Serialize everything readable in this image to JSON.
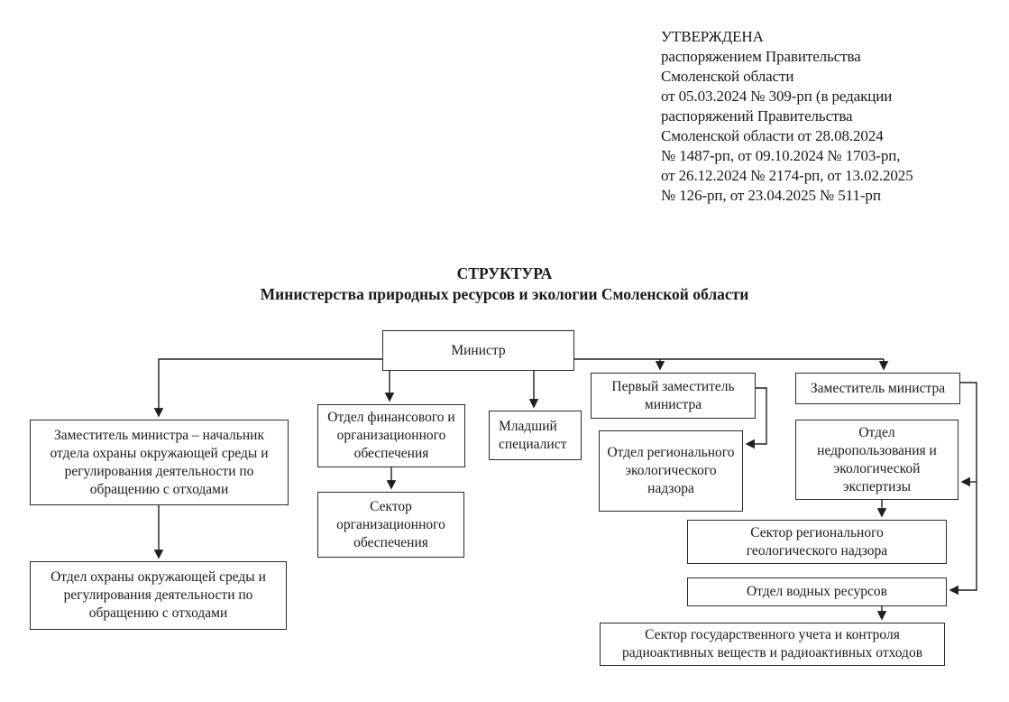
{
  "approval": {
    "lines": [
      "УТВЕРЖДЕНА",
      "распоряжением Правительства",
      "Смоленской области",
      "от 05.03.2024 № 309-рп (в редакции",
      "распоряжений Правительства",
      "Смоленской области от 28.08.2024",
      "№ 1487-рп, от 09.10.2024 № 1703-рп,",
      "от 26.12.2024 № 2174-рп, от 13.02.2025",
      "№ 126-рп, от 23.04.2025 № 511-рп"
    ]
  },
  "title": {
    "line1": "СТРУКТУРА",
    "line2": "Министерства природных ресурсов и экологии Смоленской области"
  },
  "org": {
    "boxes": [
      {
        "id": "minister",
        "label": "Министр"
      },
      {
        "id": "deputy-head-env",
        "label": "Заместитель министра – начальник отдела охраны окружающей среды и регулирования деятельности по обращению с отходами"
      },
      {
        "id": "env-dept",
        "label": "Отдел охраны окружающей среды и регулирования деятельности по обращению с отходами"
      },
      {
        "id": "fin-dept",
        "label": "Отдел финансового и организационного обеспечения"
      },
      {
        "id": "org-sector",
        "label": "Сектор организационного обеспечения"
      },
      {
        "id": "junior",
        "label": "Младший специалист"
      },
      {
        "id": "first-deputy",
        "label": "Первый заместитель министра"
      },
      {
        "id": "eco-nadzor",
        "label": "Отдел регионального экологического надзора"
      },
      {
        "id": "deputy-minister",
        "label": "Заместитель министра"
      },
      {
        "id": "subsoil",
        "label": "Отдел недропользования и экологической экспертизы"
      },
      {
        "id": "geo-sector",
        "label": "Сектор регионального геологического надзора"
      },
      {
        "id": "water-dept",
        "label": "Отдел водных ресурсов"
      },
      {
        "id": "radioactive",
        "label": "Сектор государственного учета и контроля радиоактивных веществ и радиоактивных отходов"
      }
    ],
    "edges": [
      {
        "from": "minister",
        "to": "deputy-head-env"
      },
      {
        "from": "minister",
        "to": "fin-dept"
      },
      {
        "from": "minister",
        "to": "junior"
      },
      {
        "from": "minister",
        "to": "first-deputy"
      },
      {
        "from": "minister",
        "to": "deputy-minister"
      },
      {
        "from": "deputy-head-env",
        "to": "env-dept"
      },
      {
        "from": "fin-dept",
        "to": "org-sector"
      },
      {
        "from": "first-deputy",
        "to": "eco-nadzor"
      },
      {
        "from": "deputy-minister",
        "to": "subsoil"
      },
      {
        "from": "deputy-minister",
        "to": "water-dept"
      },
      {
        "from": "subsoil",
        "to": "geo-sector"
      },
      {
        "from": "water-dept",
        "to": "radioactive"
      }
    ]
  },
  "colors": {
    "ink": "#1f1f1f",
    "box_border": "#2b2b2b",
    "background": "#ffffff"
  }
}
